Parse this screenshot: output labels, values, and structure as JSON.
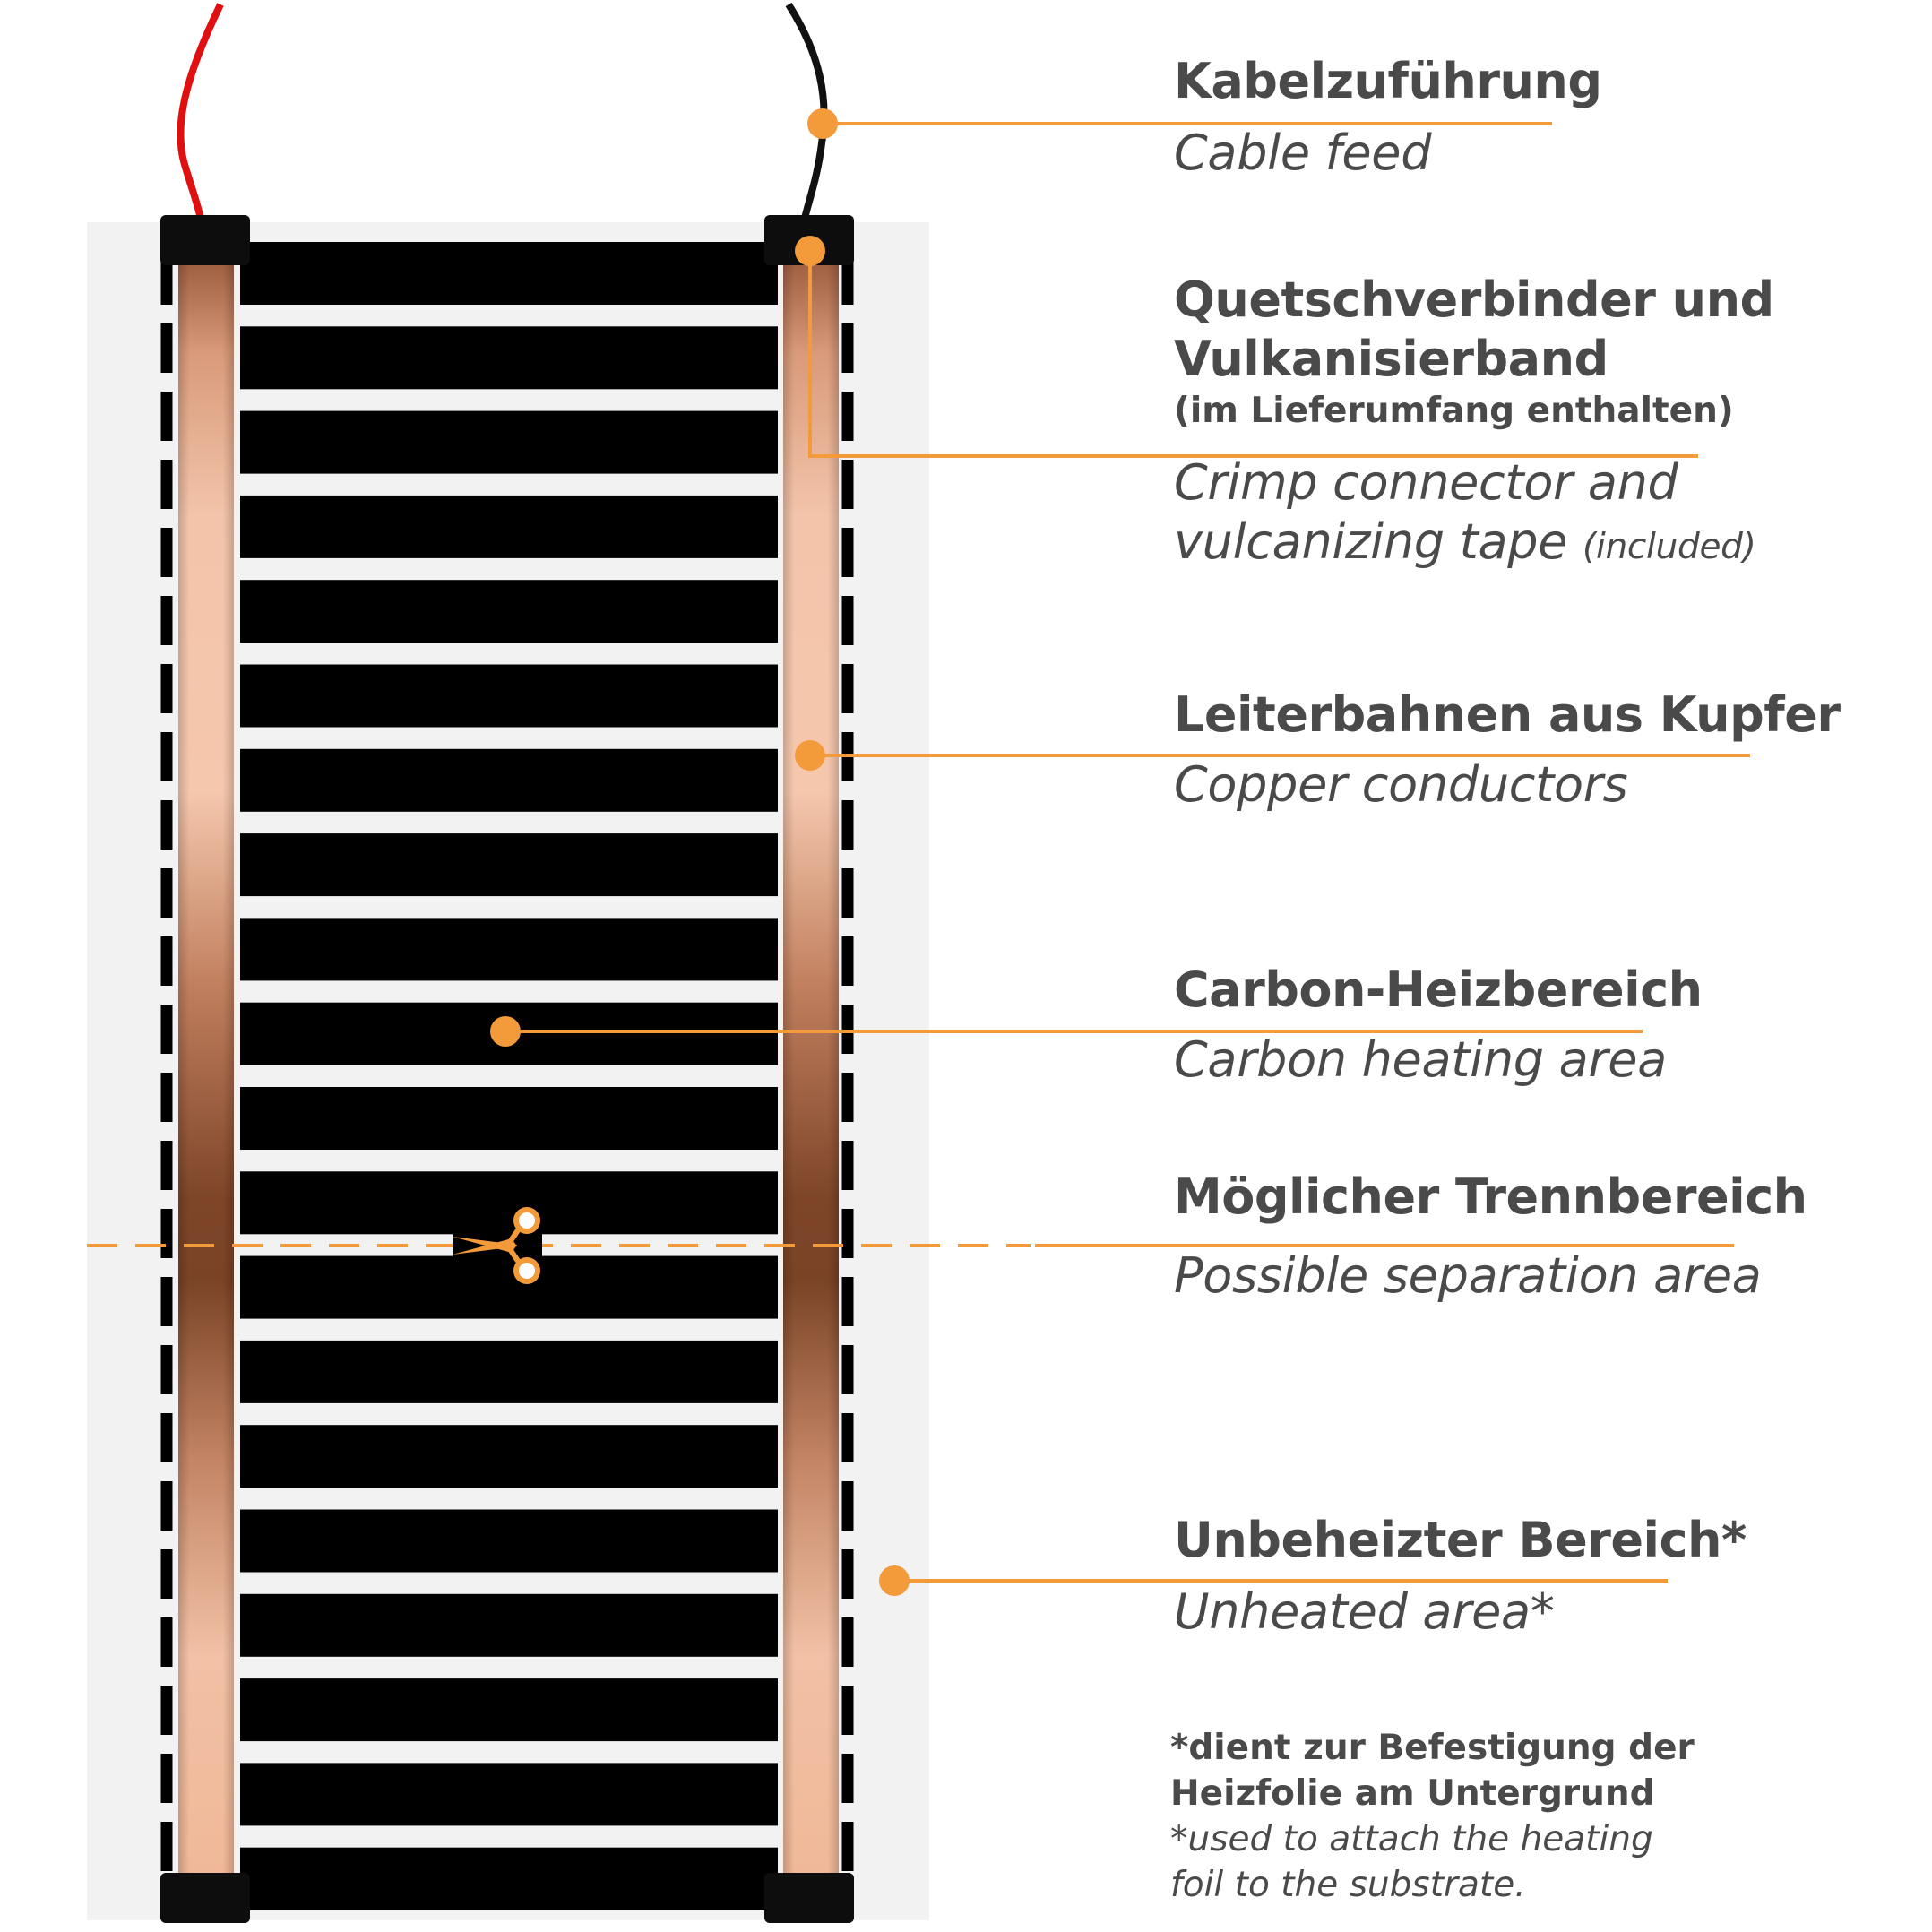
{
  "colors": {
    "accent": "#f39a3a",
    "text": "#4a4a4a",
    "carbon": "#000000",
    "copper_light": "#f0bca0",
    "copper_dark": "#8a4e33",
    "wire_red": "#e01010",
    "wire_black": "#111111",
    "substrate": "#f2f2f2"
  },
  "icons": {
    "cut_marker": "scissors-icon"
  },
  "labels": {
    "cable_feed": {
      "de": "Kabelzuführung",
      "en": "Cable feed"
    },
    "crimp": {
      "de_line1": "Quetschverbinder und",
      "de_line2": "Vulkanisierband",
      "de_note": "(im Lieferumfang enthalten)",
      "en_line1": "Crimp connector and",
      "en_line2": "vulcanizing tape",
      "en_note": "(included)"
    },
    "copper": {
      "de": "Leiterbahnen aus Kupfer",
      "en": "Copper conductors"
    },
    "carbon": {
      "de": "Carbon-Heizbereich",
      "en": "Carbon heating area"
    },
    "separation": {
      "de": "Möglicher Trennbereich",
      "en": "Possible separation area"
    },
    "unheated": {
      "de": "Unbeheizter Bereich*",
      "en": "Unheated area*"
    }
  },
  "footnote": {
    "de_line1": "*dient zur Befestigung der",
    "de_line2": "Heizfolie am Untergrund",
    "en_line1": "*used to attach the heating",
    "en_line2": "foil to the substrate."
  }
}
